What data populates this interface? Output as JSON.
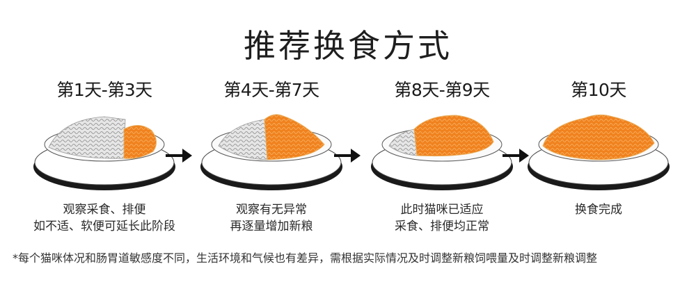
{
  "title": "推荐换食方式",
  "colors": {
    "new_food": "#f0821e",
    "old_food": "#c8c8c8",
    "bowl_rim": "#1a1a1a",
    "text": "#222222"
  },
  "stages": [
    {
      "label": "第1天-第3天",
      "new_food_ratio": 0.25,
      "desc_line1": "观察采食、排便",
      "desc_line2": "如不适、软便可延长此阶段"
    },
    {
      "label": "第4天-第7天",
      "new_food_ratio": 0.5,
      "desc_line1": "观察有无异常",
      "desc_line2": "再逐量增加新粮"
    },
    {
      "label": "第8天-第9天",
      "new_food_ratio": 0.75,
      "desc_line1": "此时猫咪已适应",
      "desc_line2": "采食、排便均正常"
    },
    {
      "label": "第10天",
      "new_food_ratio": 1.0,
      "desc_line1": "换食完成",
      "desc_line2": ""
    }
  ],
  "arrows": [
    "arrow-right",
    "arrow-right",
    "arrow-right"
  ],
  "footnote": "*每个猫咪体况和肠胃道敏感度不同，生活环境和气候也有差异，需根据实际情况及时调整新粮饲喂量及时调整新粮调整"
}
